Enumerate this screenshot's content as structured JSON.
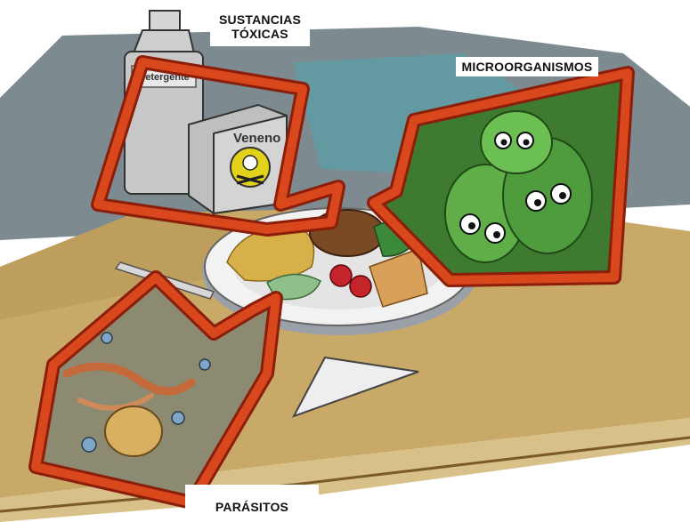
{
  "labels": {
    "toxic_line1": "SUSTANCIAS",
    "toxic_line2": "TÓXICAS",
    "micro": "MICROORGANISMOS",
    "parasites": "PARÁSITOS"
  },
  "objects": {
    "detergent_label": "Detergente",
    "poison_label": "Veneno"
  },
  "colors": {
    "frame_red": "#d9481c",
    "frame_dark": "#8a1e0a",
    "table": "#c9a968",
    "microbe_green": "#3e9a3a"
  }
}
